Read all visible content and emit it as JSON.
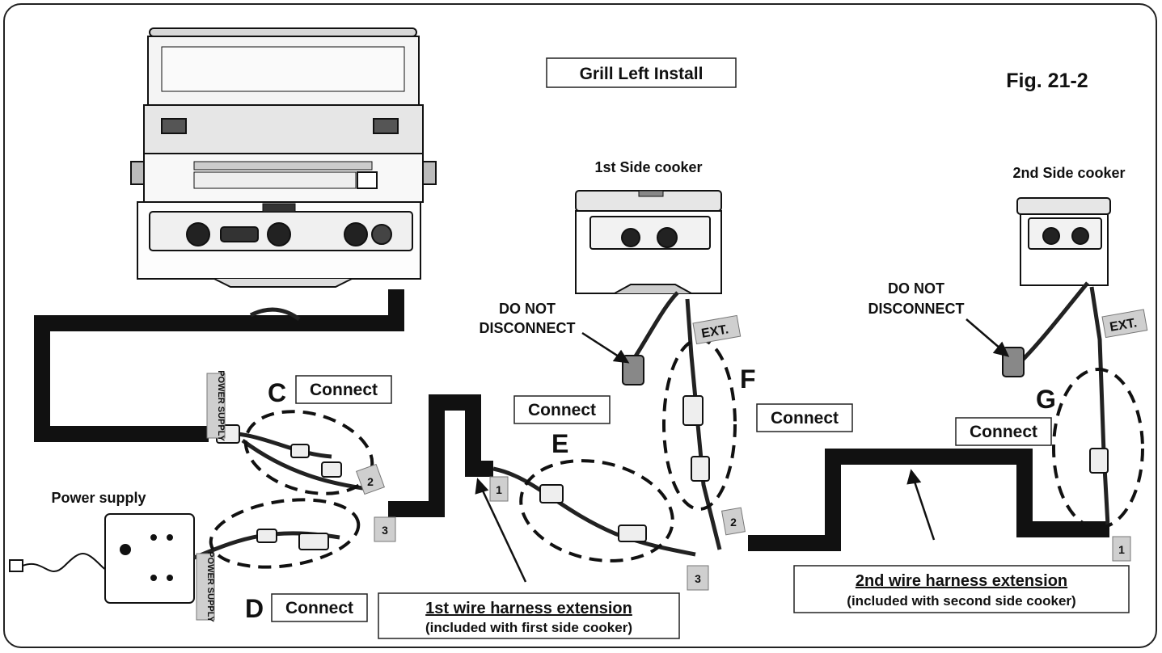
{
  "title": "Grill Left Install",
  "figure": "Fig. 21-2",
  "appliances": {
    "side_cooker_1": "1st Side cooker",
    "side_cooker_2": "2nd Side cooker",
    "power_supply": "Power supply"
  },
  "warnings": {
    "left_line1": "DO NOT",
    "left_line2": "DISCONNECT",
    "right_line1": "DO NOT",
    "right_line2": "DISCONNECT"
  },
  "connections": [
    {
      "letter": "C",
      "label": "Connect"
    },
    {
      "letter": "D",
      "label": "Connect"
    },
    {
      "letter": "E",
      "label": "Connect"
    },
    {
      "letter": "F",
      "label": "Connect"
    },
    {
      "letter": "G",
      "label": "Connect"
    }
  ],
  "tags": {
    "power_supply_a": "POWER SUPPLY",
    "power_supply_b": "POWER SUPPLY",
    "ext_1": "EXT.",
    "ext_2": "EXT.",
    "n1_a": "1",
    "n2_a": "2",
    "n3_a": "3",
    "n3_b": "3",
    "n2_b": "2",
    "n1_b": "1"
  },
  "harness": {
    "first_title": "1st wire harness extension",
    "first_note": "(included with first side cooker)",
    "second_title": "2nd wire harness extension",
    "second_note": "(included with second side cooker)"
  }
}
